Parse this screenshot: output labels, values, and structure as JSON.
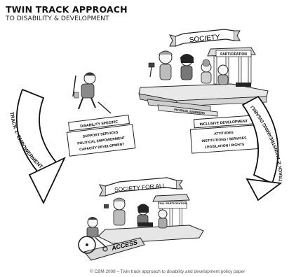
{
  "header": {
    "title": "TWIN TRACK APPROACH",
    "subtitle": "TO DISABILITY & DEVELOPMENT"
  },
  "top_scene": {
    "society_label": "SOCIETY",
    "participation_label": "PARTICIPATION",
    "barriers_label": "PHYSICAL BARRIERS"
  },
  "left_panel": {
    "heading": "DISABILITY SPECIFIC",
    "items": [
      "SUPPORT SERVICES",
      "POLITICAL EMPOWERMENT",
      "CAPACITY DEVELOPMENT"
    ]
  },
  "right_panel": {
    "heading": "INCLUSIVE DEVELOPMENT",
    "items": [
      "ATTITUDES",
      "INSTITUTIONS / SERVICES",
      "LEGISLATION / RIGHTS"
    ]
  },
  "track_left": "TRACK 1: EMPOWERMENT",
  "track_right": "TRACK 2: MAINSTREAMING DISABILITY",
  "bottom_scene": {
    "society_label": "SOCIETY FOR ALL",
    "participation_label": "FULL PARTICIPATION",
    "access_label": "ACCESS"
  },
  "footer": {
    "copyright": "© CBM 2008 – Twin track approach to disability and development policy paper"
  }
}
